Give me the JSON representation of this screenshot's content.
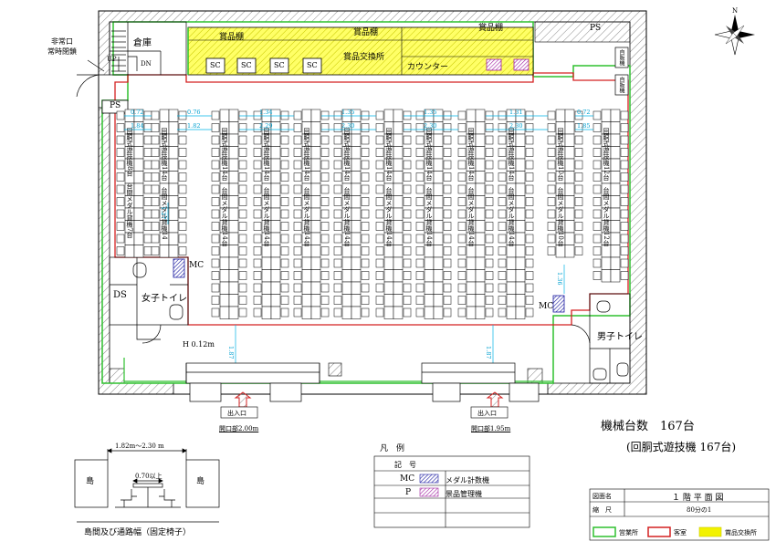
{
  "plan": {
    "compass_n": "N",
    "storage": "倉庫",
    "emergency_exit": "非常口\n常時閉鎖",
    "stair_up": "UP",
    "stair_down": "DN",
    "ps": "PS",
    "ds": "DS",
    "prize_shelf_1": "賞品棚",
    "prize_shelf_2": "賞品棚",
    "prize_shelf_3": "賞品棚",
    "prize_exchange": "賞品交換所",
    "counter": "カウンター",
    "sc": "SC",
    "vending": "自販機",
    "womens_toilet": "女子トイレ",
    "mens_toilet": "男子トイレ",
    "mc": "MC",
    "height_note": "H 0.12m",
    "entrance": "出入口",
    "entrance_width_1": "開口部2.00m",
    "entrance_width_2": "開口部1.95m",
    "total_title": "機械台数　167台",
    "total_sub": "(回胴式遊技機 167台)",
    "aisle_dims_top": [
      "0.72",
      "0.76",
      "1.34",
      "1.35",
      "1.35",
      "1.31",
      "0.72"
    ],
    "aisle_dims_bottom": [
      "1.84",
      "1.82",
      "2.29",
      "2.30",
      "2.30",
      "2.30",
      "1.85"
    ],
    "vertical_dims": [
      "1.27",
      "1.87",
      "1.87",
      "1.36"
    ],
    "island_labels": [
      [
        "回胴式遊技機8台",
        "台間メダル貸機7台"
      ],
      [
        "回胴式遊技機14台",
        "台間メダル貸機14台"
      ],
      [
        "回胴式遊技機14台",
        "台間メダル貸機14台"
      ],
      [
        "回胴式遊技機14台",
        "台間メダル貸機14台"
      ],
      [
        "回胴式遊技機14台",
        "台間メダル貸機14台"
      ],
      [
        "回胴式遊技機14台",
        "台間メダル貸機14台"
      ],
      [
        "回胴式遊技機14台",
        "台間メダル貸機14台"
      ],
      [
        "回胴式遊技機14台",
        "台間メダル貸機14台"
      ],
      [
        "回胴式遊技機14台",
        "台間メダル貸機14台"
      ],
      [
        "回胴式遊技機14台",
        "台間メダル貸機14台"
      ],
      [
        "回胴式遊技機10台",
        "台間メダル貸機10台"
      ],
      [
        "回胴式遊技機12台",
        "台間メダル貸機12台"
      ]
    ]
  },
  "section": {
    "width_range": "1.82m～2.30 m",
    "island_left": "島",
    "island_right": "島",
    "min_width": "0.70以上",
    "caption": "島間及び通路幅（固定椅子）"
  },
  "legend": {
    "title": "凡　例",
    "header": "記　号",
    "rows": [
      {
        "symbol": "MC",
        "label": "メダル計数機",
        "color": "#1a1aa0"
      },
      {
        "symbol": "P",
        "label": "景品管理機",
        "color": "#a020a0"
      }
    ]
  },
  "titleblock": {
    "drawing_name_label": "図面名",
    "drawing_name": "１ 階 平 面 図",
    "scale_label": "縮　尺",
    "scale": "80分の1",
    "key_business": "営業所",
    "key_guest": "客室",
    "key_prize": "賞品交換所",
    "color_business": "#2ec02e",
    "color_guest": "#d42020",
    "color_prize": "#f2f200"
  }
}
